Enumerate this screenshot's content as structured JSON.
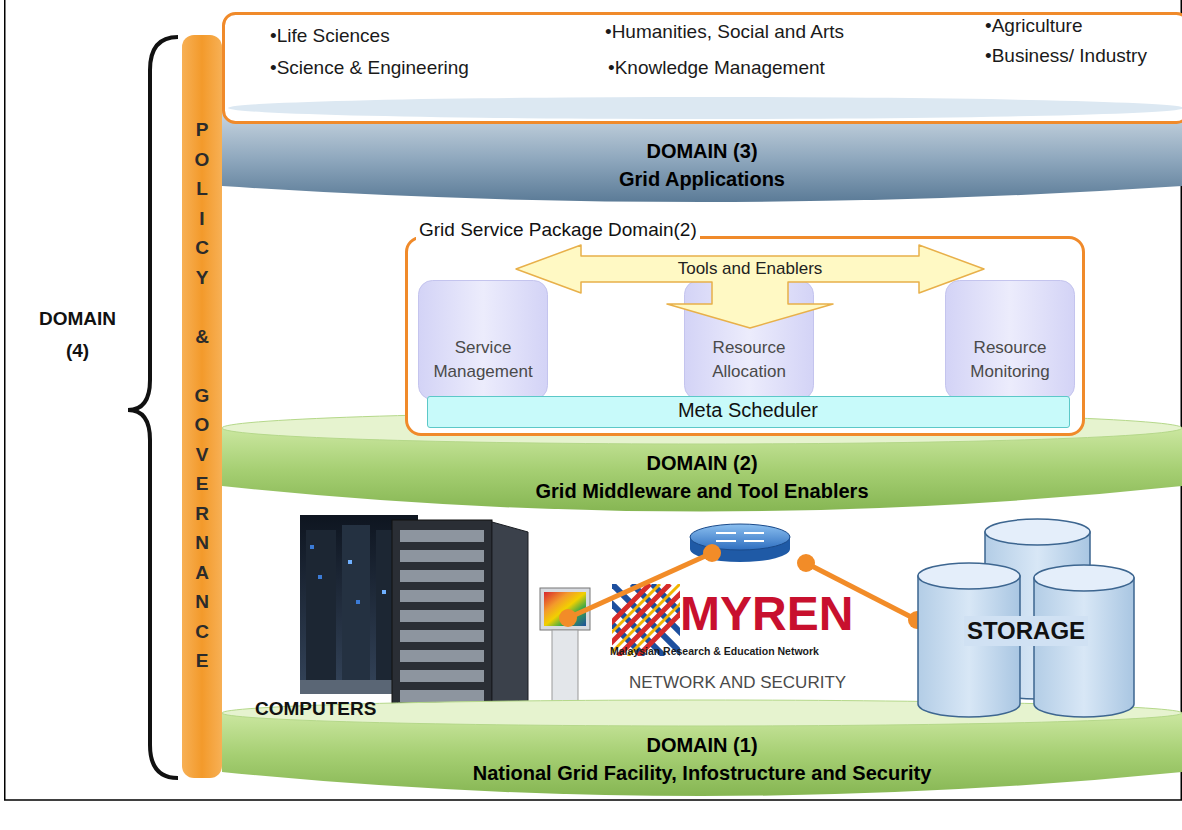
{
  "diagram": {
    "nodes": [
      {
        "text": [
          "•Life Sciences",
          "•Science & Engineering",
          "•Humanities, Social and Arts",
          "•Knowledge Management",
          "•Agriculture",
          "•Business/ Industry"
        ]
      },
      {
        "text": [
          "DOMAIN (3)",
          "Grid Applications"
        ]
      },
      {
        "text": [
          "POLICY & GOVERNANCE"
        ]
      },
      {
        "text": [
          "Grid Service Package Domain(2)"
        ]
      },
      {
        "text": [
          "Tools and Enablers"
        ],
        "in": 3
      },
      {
        "text": [
          "Service Management"
        ],
        "in": 3
      },
      {
        "text": [
          "Resource Allocation"
        ],
        "in": 3
      },
      {
        "text": [
          "Resource Monitoring"
        ],
        "in": 3
      },
      {
        "text": [
          "Meta Scheduler"
        ],
        "in": 3
      },
      {
        "text": [
          "DOMAIN (2)",
          "Grid Middleware and Tool Enablers"
        ]
      },
      {
        "text": [
          "STORAGE"
        ]
      },
      {
        "text": [
          "DOMAIN (1)",
          "National Grid Facility, Infostructure and Security"
        ]
      }
    ],
    "labels": [
      "DOMAIN (4)",
      "MYREN",
      "Malaysian Research & Education Network",
      "NETWORK AND SECURITY",
      "COMPUTERS"
    ]
  }
}
